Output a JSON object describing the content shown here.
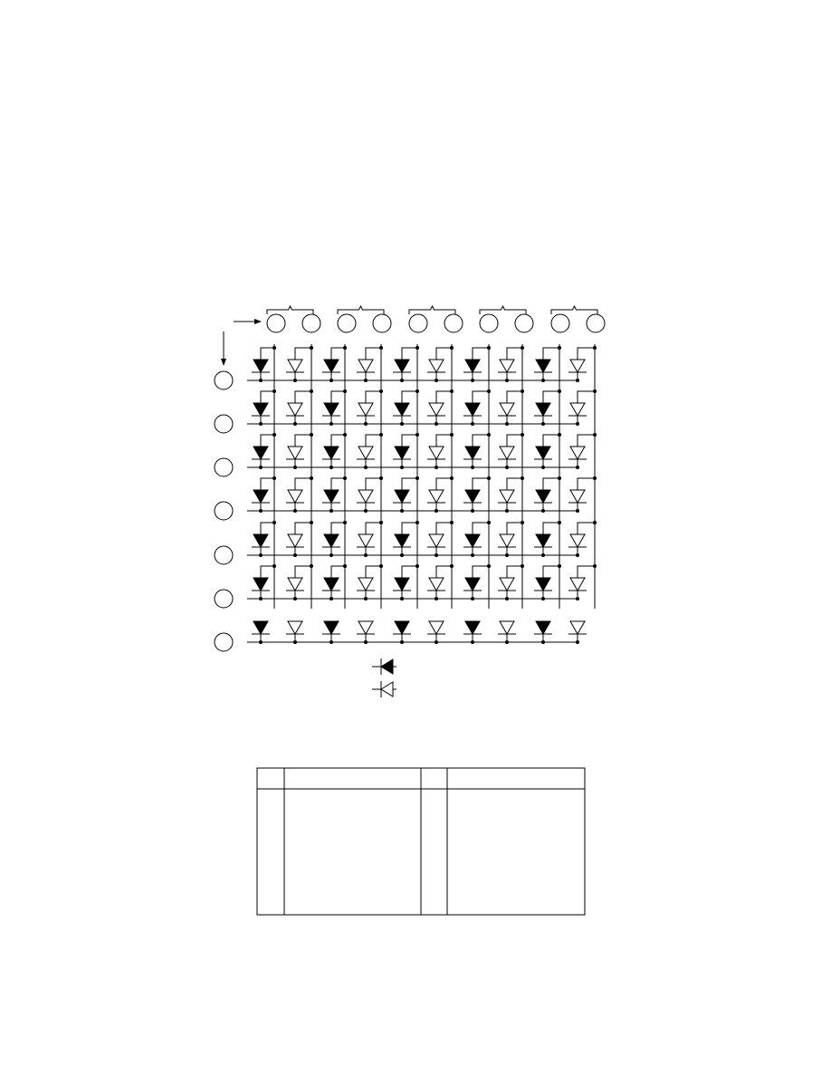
{
  "diagram": {
    "type": "led-matrix-schematic",
    "column_groups": 5,
    "columns_per_group": 2,
    "column_pins": 10,
    "row_pins": 7,
    "led_columns": 10,
    "led_rows": 7,
    "led_style_pattern": [
      "filled",
      "outline"
    ],
    "legend": [
      {
        "icon": "filled-led-icon"
      },
      {
        "icon": "outline-led-icon"
      }
    ],
    "colors": {
      "ink": "#000000",
      "paper": "#ffffff"
    }
  },
  "pin_table": {
    "column_headers": [
      "",
      "",
      "",
      ""
    ],
    "rows": []
  }
}
